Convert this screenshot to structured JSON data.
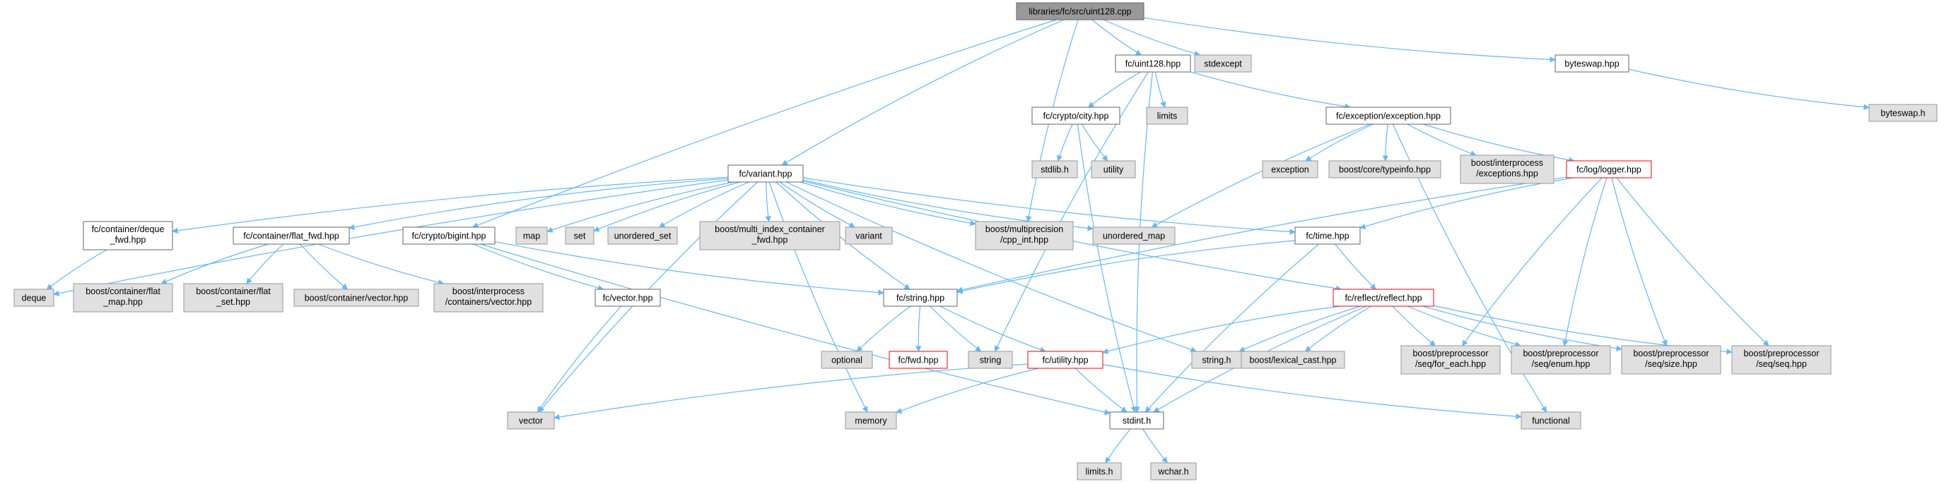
{
  "diagram": {
    "palette": {
      "edge": "#63b8ff",
      "root_fill": "#999999",
      "root_border": "#666666",
      "documented_fill": "#ffffff",
      "documented_border": "#666666",
      "external_fill": "#e0e0e0",
      "external_border": "#999999",
      "truncated_border": "#ff0000"
    },
    "nodes": [
      {
        "id": "uint128_cpp",
        "label": "libraries/fc/src/uint128.cpp",
        "kind": "root"
      },
      {
        "id": "fc_uint128_hpp",
        "label": "fc/uint128.hpp",
        "kind": "documented"
      },
      {
        "id": "stdexcept",
        "label": "stdexcept",
        "kind": "external"
      },
      {
        "id": "byteswap_hpp",
        "label": "byteswap.hpp",
        "kind": "documented"
      },
      {
        "id": "byteswap_h",
        "label": "byteswap.h",
        "kind": "external"
      },
      {
        "id": "fc_crypto_city_hpp",
        "label": "fc/crypto/city.hpp",
        "kind": "documented"
      },
      {
        "id": "limits",
        "label": "limits",
        "kind": "external"
      },
      {
        "id": "fc_exception_hpp",
        "label": "fc/exception/exception.hpp",
        "kind": "documented"
      },
      {
        "id": "stdlib_h",
        "label": "stdlib.h",
        "kind": "external"
      },
      {
        "id": "utility",
        "label": "utility",
        "kind": "external"
      },
      {
        "id": "fc_variant_hpp",
        "label": "fc/variant.hpp",
        "kind": "documented"
      },
      {
        "id": "exception",
        "label": "exception",
        "kind": "external"
      },
      {
        "id": "boost_typeinfo",
        "label": "boost/core/typeinfo.hpp",
        "kind": "external"
      },
      {
        "id": "boost_interprocess_exceptions",
        "label": [
          "boost/interprocess",
          "/exceptions.hpp"
        ],
        "kind": "external"
      },
      {
        "id": "fc_log_logger_hpp",
        "label": "fc/log/logger.hpp",
        "kind": "truncated"
      },
      {
        "id": "fc_container_deque_fwd",
        "label": [
          "fc/container/deque",
          "_fwd.hpp"
        ],
        "kind": "documented"
      },
      {
        "id": "fc_container_flat_fwd",
        "label": "fc/container/flat_fwd.hpp",
        "kind": "documented"
      },
      {
        "id": "fc_crypto_bigint",
        "label": "fc/crypto/bigint.hpp",
        "kind": "documented"
      },
      {
        "id": "map",
        "label": "map",
        "kind": "external"
      },
      {
        "id": "set",
        "label": "set",
        "kind": "external"
      },
      {
        "id": "unordered_set",
        "label": "unordered_set",
        "kind": "external"
      },
      {
        "id": "boost_mi_fwd",
        "label": [
          "boost/multi_index_container",
          "_fwd.hpp"
        ],
        "kind": "external"
      },
      {
        "id": "variant",
        "label": "variant",
        "kind": "external"
      },
      {
        "id": "boost_mp_cpp_int",
        "label": [
          "boost/multiprecision",
          "/cpp_int.hpp"
        ],
        "kind": "external"
      },
      {
        "id": "unordered_map",
        "label": "unordered_map",
        "kind": "external"
      },
      {
        "id": "fc_time_hpp",
        "label": "fc/time.hpp",
        "kind": "documented"
      },
      {
        "id": "deque",
        "label": "deque",
        "kind": "external"
      },
      {
        "id": "boost_flat_map",
        "label": [
          "boost/container/flat",
          "_map.hpp"
        ],
        "kind": "external"
      },
      {
        "id": "boost_flat_set",
        "label": [
          "boost/container/flat",
          "_set.hpp"
        ],
        "kind": "external"
      },
      {
        "id": "boost_container_vector",
        "label": "boost/container/vector.hpp",
        "kind": "external"
      },
      {
        "id": "boost_interprocess_vector",
        "label": [
          "boost/interprocess",
          "/containers/vector.hpp"
        ],
        "kind": "external"
      },
      {
        "id": "fc_vector_hpp",
        "label": "fc/vector.hpp",
        "kind": "documented"
      },
      {
        "id": "fc_string_hpp",
        "label": "fc/string.hpp",
        "kind": "documented"
      },
      {
        "id": "fc_reflect_hpp",
        "label": "fc/reflect/reflect.hpp",
        "kind": "truncated"
      },
      {
        "id": "optional",
        "label": "optional",
        "kind": "external"
      },
      {
        "id": "fc_fwd_hpp",
        "label": "fc/fwd.hpp",
        "kind": "truncated"
      },
      {
        "id": "string",
        "label": "string",
        "kind": "external"
      },
      {
        "id": "fc_utility_hpp",
        "label": "fc/utility.hpp",
        "kind": "truncated"
      },
      {
        "id": "string_h",
        "label": "string.h",
        "kind": "external"
      },
      {
        "id": "boost_lexical_cast",
        "label": "boost/lexical_cast.hpp",
        "kind": "external"
      },
      {
        "id": "pp_for_each",
        "label": [
          "boost/preprocessor",
          "/seq/for_each.hpp"
        ],
        "kind": "external"
      },
      {
        "id": "pp_enum",
        "label": [
          "boost/preprocessor",
          "/seq/enum.hpp"
        ],
        "kind": "external"
      },
      {
        "id": "pp_size",
        "label": [
          "boost/preprocessor",
          "/seq/size.hpp"
        ],
        "kind": "external"
      },
      {
        "id": "pp_seq",
        "label": [
          "boost/preprocessor",
          "/seq/seq.hpp"
        ],
        "kind": "external"
      },
      {
        "id": "vector",
        "label": "vector",
        "kind": "external"
      },
      {
        "id": "memory",
        "label": "memory",
        "kind": "external"
      },
      {
        "id": "stdint_h",
        "label": "stdint.h",
        "kind": "documented"
      },
      {
        "id": "functional",
        "label": "functional",
        "kind": "external"
      },
      {
        "id": "limits_h",
        "label": "limits.h",
        "kind": "external"
      },
      {
        "id": "wchar_h",
        "label": "wchar.h",
        "kind": "external"
      }
    ],
    "edges": [
      [
        "uint128_cpp",
        "fc_uint128_hpp"
      ],
      [
        "uint128_cpp",
        "stdexcept"
      ],
      [
        "uint128_cpp",
        "byteswap_hpp"
      ],
      [
        "uint128_cpp",
        "fc_variant_hpp"
      ],
      [
        "uint128_cpp",
        "fc_crypto_bigint"
      ],
      [
        "uint128_cpp",
        "boost_mp_cpp_int"
      ],
      [
        "fc_uint128_hpp",
        "fc_crypto_city_hpp"
      ],
      [
        "fc_uint128_hpp",
        "limits"
      ],
      [
        "fc_uint128_hpp",
        "fc_exception_hpp"
      ],
      [
        "fc_uint128_hpp",
        "string"
      ],
      [
        "fc_uint128_hpp",
        "stdint_h"
      ],
      [
        "byteswap_hpp",
        "byteswap_h"
      ],
      [
        "fc_crypto_city_hpp",
        "stdlib_h"
      ],
      [
        "fc_crypto_city_hpp",
        "utility"
      ],
      [
        "fc_crypto_city_hpp",
        "stdint_h"
      ],
      [
        "fc_exception_hpp",
        "exception"
      ],
      [
        "fc_exception_hpp",
        "boost_typeinfo"
      ],
      [
        "fc_exception_hpp",
        "boost_interprocess_exceptions"
      ],
      [
        "fc_exception_hpp",
        "fc_log_logger_hpp"
      ],
      [
        "fc_exception_hpp",
        "unordered_map"
      ],
      [
        "fc_exception_hpp",
        "functional"
      ],
      [
        "fc_log_logger_hpp",
        "fc_time_hpp"
      ],
      [
        "fc_log_logger_hpp",
        "fc_string_hpp"
      ],
      [
        "fc_log_logger_hpp",
        "pp_for_each"
      ],
      [
        "fc_log_logger_hpp",
        "pp_enum"
      ],
      [
        "fc_log_logger_hpp",
        "pp_size"
      ],
      [
        "fc_log_logger_hpp",
        "pp_seq"
      ],
      [
        "fc_variant_hpp",
        "fc_container_deque_fwd"
      ],
      [
        "fc_variant_hpp",
        "fc_container_flat_fwd"
      ],
      [
        "fc_variant_hpp",
        "map"
      ],
      [
        "fc_variant_hpp",
        "set"
      ],
      [
        "fc_variant_hpp",
        "unordered_set"
      ],
      [
        "fc_variant_hpp",
        "boost_mi_fwd"
      ],
      [
        "fc_variant_hpp",
        "variant"
      ],
      [
        "fc_variant_hpp",
        "boost_mp_cpp_int"
      ],
      [
        "fc_variant_hpp",
        "unordered_map"
      ],
      [
        "fc_variant_hpp",
        "fc_time_hpp"
      ],
      [
        "fc_variant_hpp",
        "fc_reflect_hpp"
      ],
      [
        "fc_variant_hpp",
        "deque"
      ],
      [
        "fc_variant_hpp",
        "fc_string_hpp"
      ],
      [
        "fc_variant_hpp",
        "string_h"
      ],
      [
        "fc_variant_hpp",
        "memory"
      ],
      [
        "fc_variant_hpp",
        "vector"
      ],
      [
        "fc_container_deque_fwd",
        "deque"
      ],
      [
        "fc_container_flat_fwd",
        "boost_flat_map"
      ],
      [
        "fc_container_flat_fwd",
        "boost_flat_set"
      ],
      [
        "fc_container_flat_fwd",
        "boost_container_vector"
      ],
      [
        "fc_container_flat_fwd",
        "boost_interprocess_vector"
      ],
      [
        "fc_crypto_bigint",
        "fc_vector_hpp"
      ],
      [
        "fc_crypto_bigint",
        "fc_string_hpp"
      ],
      [
        "fc_crypto_bigint",
        "stdint_h"
      ],
      [
        "fc_vector_hpp",
        "vector"
      ],
      [
        "fc_time_hpp",
        "fc_string_hpp"
      ],
      [
        "fc_time_hpp",
        "fc_reflect_hpp"
      ],
      [
        "fc_time_hpp",
        "stdint_h"
      ],
      [
        "fc_string_hpp",
        "optional"
      ],
      [
        "fc_string_hpp",
        "fc_fwd_hpp"
      ],
      [
        "fc_string_hpp",
        "string"
      ],
      [
        "fc_string_hpp",
        "fc_utility_hpp"
      ],
      [
        "fc_reflect_hpp",
        "fc_utility_hpp"
      ],
      [
        "fc_reflect_hpp",
        "string_h"
      ],
      [
        "fc_reflect_hpp",
        "boost_lexical_cast"
      ],
      [
        "fc_reflect_hpp",
        "pp_for_each"
      ],
      [
        "fc_reflect_hpp",
        "pp_enum"
      ],
      [
        "fc_reflect_hpp",
        "pp_size"
      ],
      [
        "fc_reflect_hpp",
        "pp_seq"
      ],
      [
        "fc_reflect_hpp",
        "stdint_h"
      ],
      [
        "fc_utility_hpp",
        "stdint_h"
      ],
      [
        "fc_utility_hpp",
        "memory"
      ],
      [
        "fc_utility_hpp",
        "vector"
      ],
      [
        "fc_utility_hpp",
        "functional"
      ],
      [
        "stdint_h",
        "limits_h"
      ],
      [
        "stdint_h",
        "wchar_h"
      ]
    ]
  }
}
